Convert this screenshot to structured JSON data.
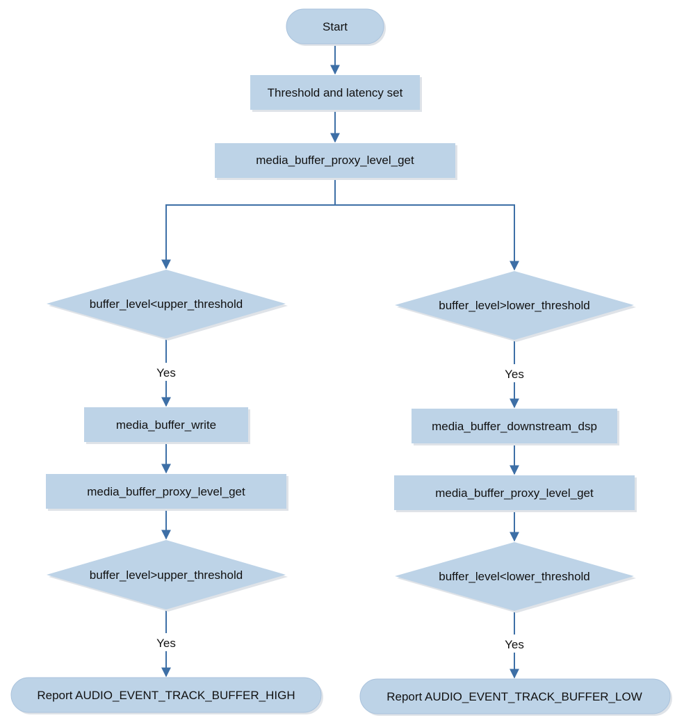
{
  "nodes": {
    "start": "Start",
    "threshold_set": "Threshold and latency set",
    "proxy_get_top": "media_buffer_proxy_level_get",
    "left_condition_1": "buffer_level<upper_threshold",
    "left_write": "media_buffer_write",
    "left_proxy_get": "media_buffer_proxy_level_get",
    "left_condition_2": "buffer_level>upper_threshold",
    "left_report": "Report AUDIO_EVENT_TRACK_BUFFER_HIGH",
    "right_condition_1": "buffer_level>lower_threshold",
    "right_downstream": "media_buffer_downstream_dsp",
    "right_proxy_get": "media_buffer_proxy_level_get",
    "right_condition_2": "buffer_level<lower_threshold",
    "right_report": "Report AUDIO_EVENT_TRACK_BUFFER_LOW"
  },
  "edge_labels": {
    "left_yes_1": "Yes",
    "left_yes_2": "Yes",
    "right_yes_1": "Yes",
    "right_yes_2": "Yes"
  },
  "colors": {
    "node_fill": "#bdd3e7",
    "connector": "#3d6fa6"
  }
}
